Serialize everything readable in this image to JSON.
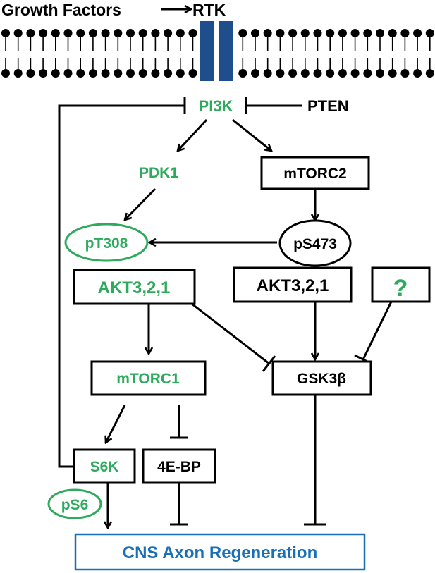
{
  "colors": {
    "green": "#2eaa5c",
    "black": "#000000",
    "blue_receptor": "#1f4e8c",
    "blue_text": "#1a6fb5"
  },
  "header": {
    "growth_factors": "Growth Factors",
    "rtk": "RTK"
  },
  "nodes": {
    "pi3k": "PI3K",
    "pten": "PTEN",
    "pdk1": "PDK1",
    "mtorc2": "mTORC2",
    "pt308": "pT308",
    "ps473": "pS473",
    "akt_left": "AKT3,2,1",
    "akt_right": "AKT3,2,1",
    "unknown": "?",
    "mtorc1": "mTORC1",
    "gsk3b": "GSK3β",
    "s6k": "S6K",
    "ebp": "4E-BP",
    "ps6": "pS6",
    "outcome": "CNS Axon Regeneration"
  }
}
